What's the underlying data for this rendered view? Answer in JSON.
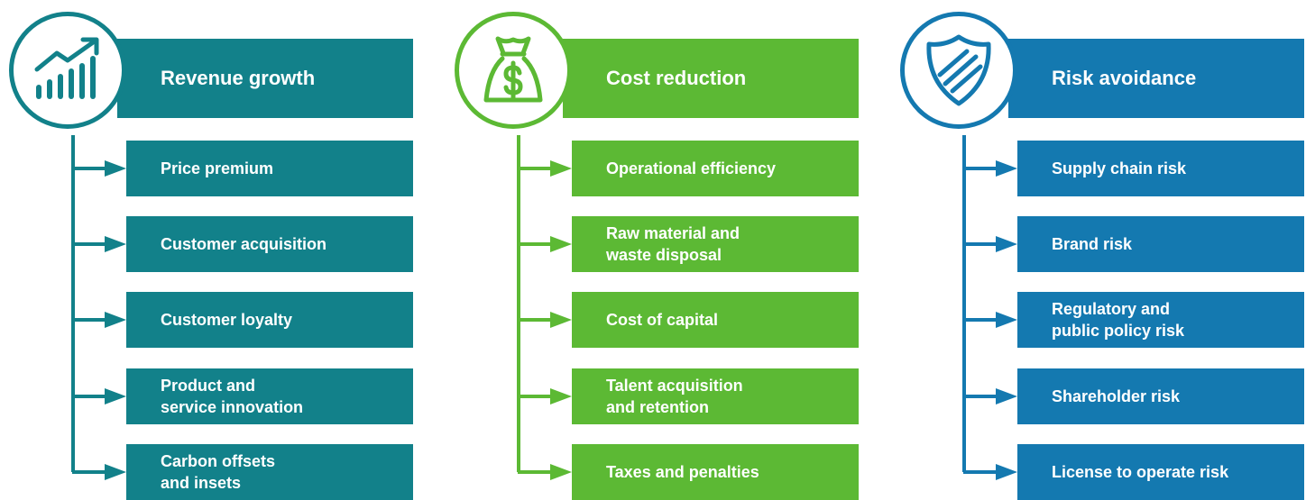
{
  "colors": {
    "revenue": "#12818a",
    "cost": "#5cb934",
    "risk": "#1479b0",
    "background": "#ffffff"
  },
  "columns": [
    {
      "title": "Revenue growth",
      "icon": "growth-chart-icon",
      "items": [
        "Price premium",
        "Customer acquisition",
        "Customer loyalty",
        "Product and\nservice innovation",
        "Carbon offsets\nand insets"
      ]
    },
    {
      "title": "Cost reduction",
      "icon": "money-bag-icon",
      "items": [
        "Operational efficiency",
        "Raw material and\nwaste disposal",
        "Cost of capital",
        "Talent acquisition\nand retention",
        "Taxes and penalties"
      ]
    },
    {
      "title": "Risk avoidance",
      "icon": "shield-icon",
      "items": [
        "Supply chain risk",
        "Brand risk",
        "Regulatory and\npublic policy risk",
        "Shareholder risk",
        "License to operate risk"
      ]
    }
  ]
}
